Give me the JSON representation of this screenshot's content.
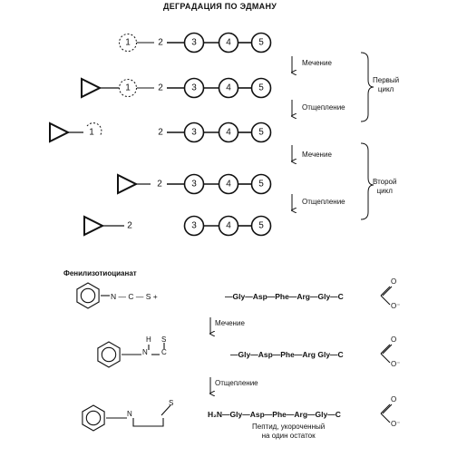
{
  "title": "ДЕГРАДАЦИЯ ПО ЭДМАНУ",
  "residues": [
    "1",
    "2",
    "3",
    "4",
    "5"
  ],
  "steps": {
    "labeling": "Мечение",
    "cleavage": "Отщепление"
  },
  "cycles": {
    "first": [
      "Первый",
      "цикл"
    ],
    "second": [
      "Второй",
      "цикл"
    ]
  },
  "reagent": {
    "name": "Фенилизотиоцианат",
    "formula": "N — C — S +",
    "s_atom": "S",
    "h_atom": "H",
    "n_atom": "N",
    "c_atom": "C"
  },
  "peptide": {
    "line1": "—Gly—Asp—Phe—Arg—Gly—C",
    "line2": "—Gly—Asp—Phe—Arg  Gly—C",
    "line3": "H₂N—Gly—Asp—Phe—Arg—Gly—C",
    "o_top": "O",
    "o_minus": "O⁻",
    "note": [
      "Пептид, укороченный",
      "на один остаток"
    ]
  },
  "colors": {
    "ink": "#111111",
    "background": "#ffffff"
  }
}
